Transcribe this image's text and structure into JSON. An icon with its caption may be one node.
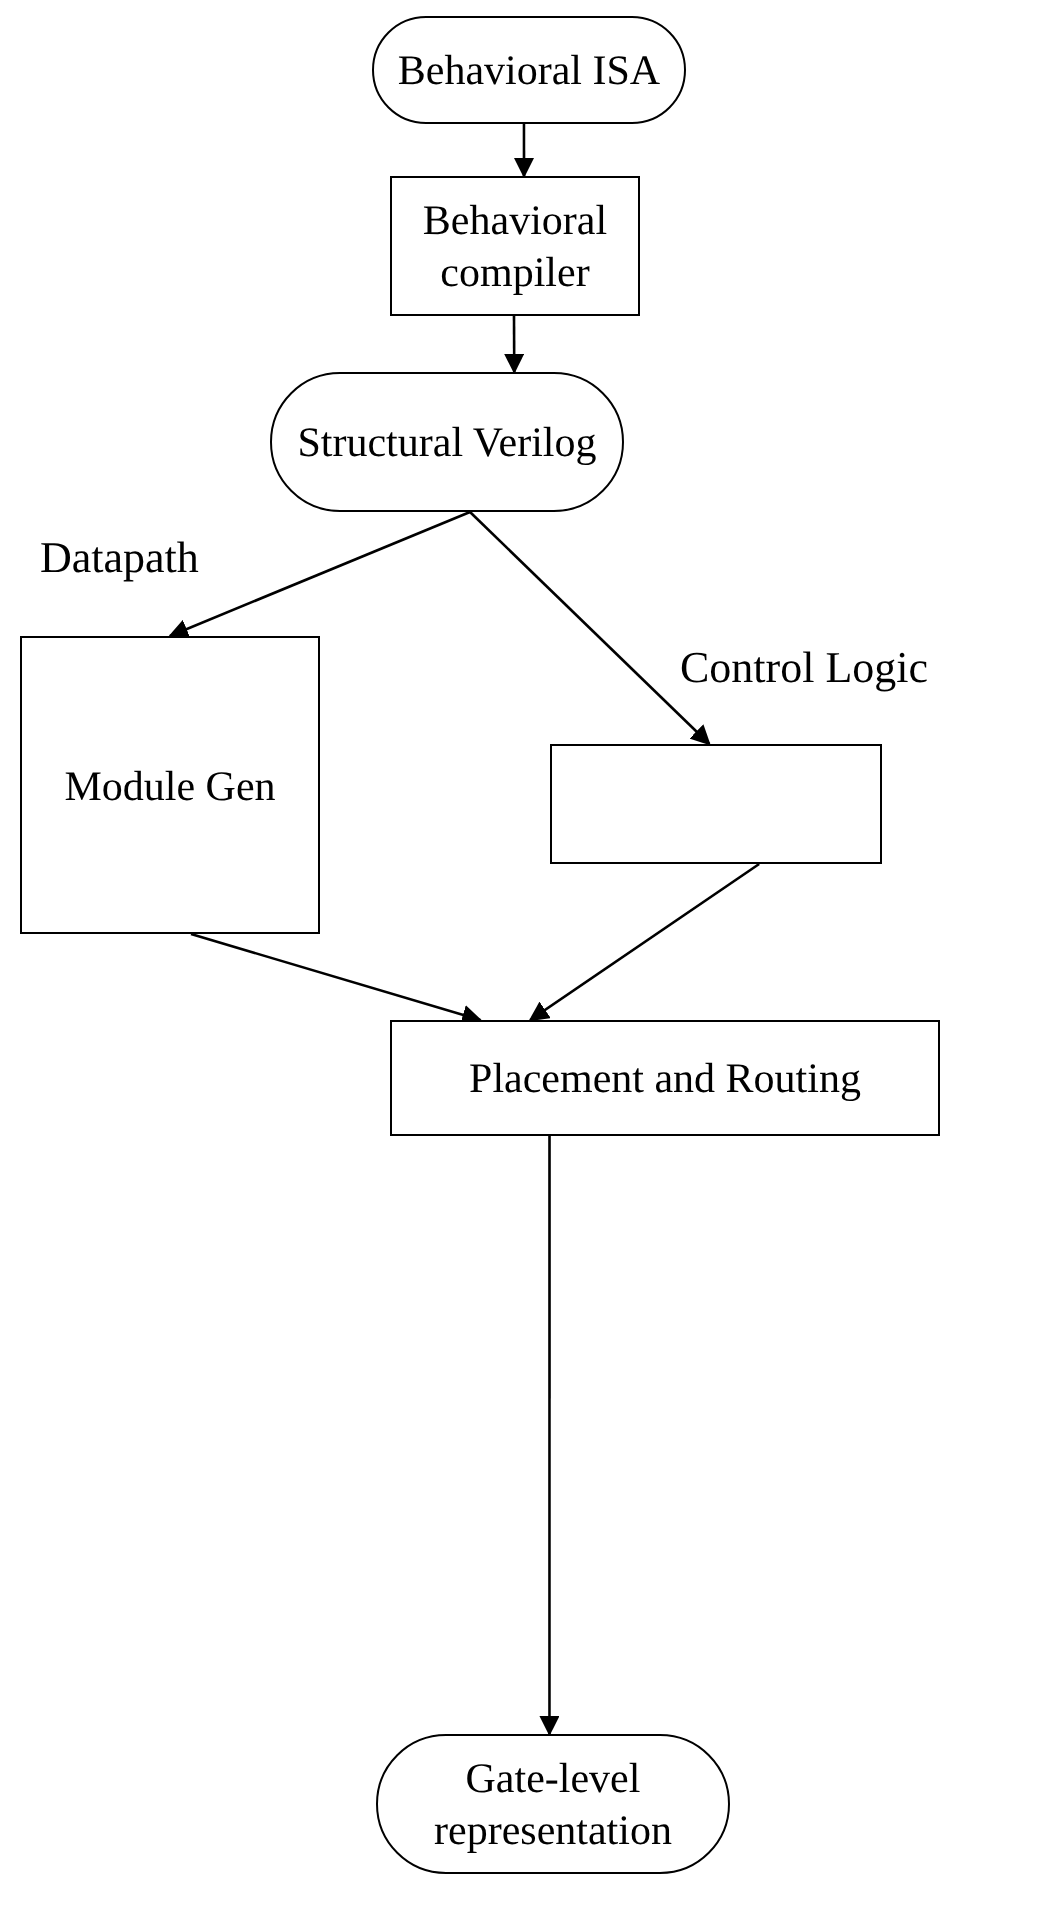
{
  "diagram": {
    "nodes": [
      {
        "text": [
          "Behavioral ISA"
        ]
      },
      {
        "text": [
          "Behavioral compiler"
        ]
      },
      {
        "text": [
          "Structural Verilog"
        ]
      },
      {
        "text": [
          "Module Gen"
        ]
      },
      {
        "text": [],
        "shape": "box"
      },
      {
        "text": [
          "Placement and Routing"
        ]
      },
      {
        "text": [
          "Gate-level representation"
        ]
      }
    ],
    "edges": [
      {
        "from": 0,
        "to": 1,
        "arrow": "to"
      },
      {
        "from": 1,
        "to": 2,
        "arrow": "to"
      },
      {
        "from": 2,
        "to": 3,
        "arrow": "to",
        "label": "Datapath"
      },
      {
        "from": 2,
        "to": 4,
        "arrow": "to",
        "label": "Control Logic"
      },
      {
        "from": 3,
        "to": 5,
        "arrow": "to"
      },
      {
        "from": 4,
        "to": 5,
        "arrow": "to"
      },
      {
        "from": 5,
        "to": 6,
        "arrow": "to"
      }
    ]
  }
}
